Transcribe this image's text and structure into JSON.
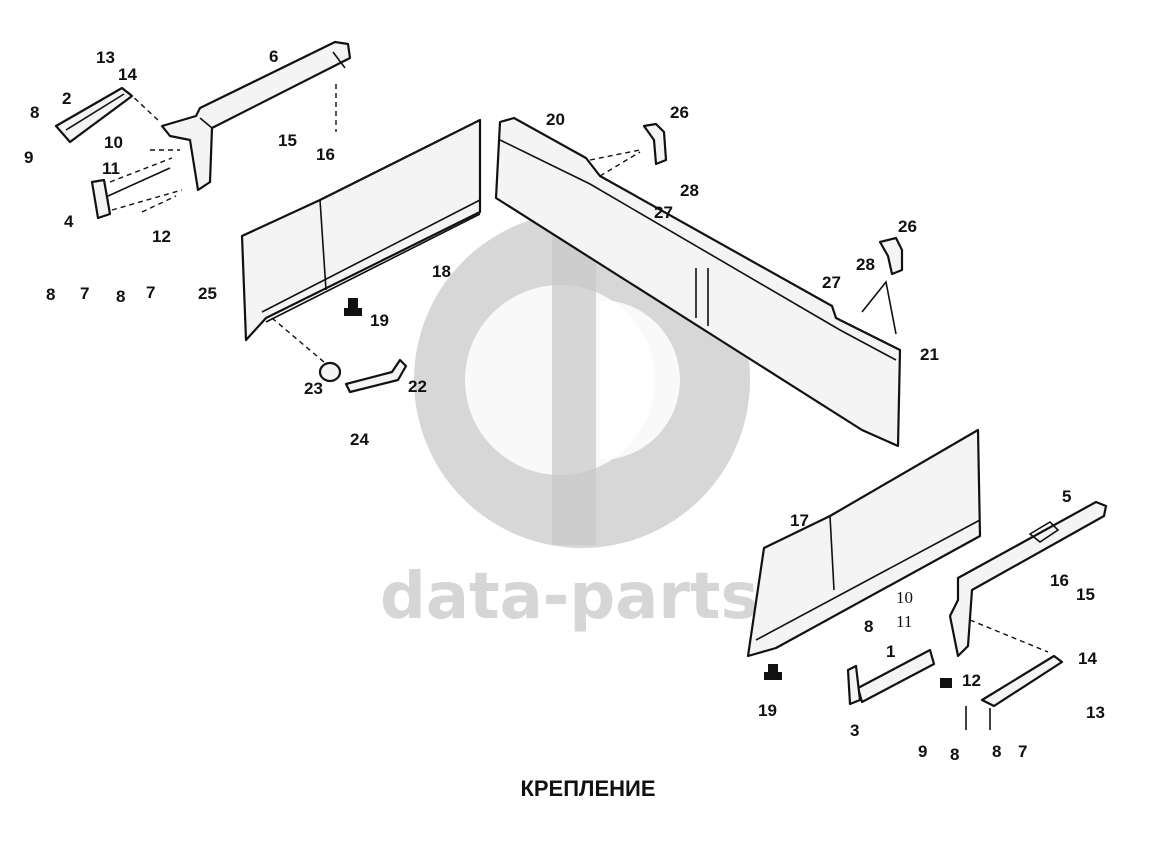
{
  "caption": "КРЕПЛЕНИЕ",
  "watermark": {
    "text": "data-parts",
    "color": "#c9c9c9"
  },
  "callouts": {
    "c1": "1",
    "c2": "2",
    "c3": "3",
    "c4": "4",
    "c5": "5",
    "c6": "6",
    "c7a": "7",
    "c7b": "7",
    "c7c": "7",
    "c8a": "8",
    "c8b": "8",
    "c8c": "8",
    "c8d": "8",
    "c8e": "8",
    "c8f": "8",
    "c9a": "9",
    "c9b": "9",
    "c10a": "10",
    "c10b": "10",
    "c11a": "11",
    "c11b": "11",
    "c12a": "12",
    "c12b": "12",
    "c13a": "13",
    "c13b": "13",
    "c14a": "14",
    "c14b": "14",
    "c15a": "15",
    "c15b": "15",
    "c16a": "16",
    "c16b": "16",
    "c17": "17",
    "c18": "18",
    "c19a": "19",
    "c19b": "19",
    "c20": "20",
    "c21": "21",
    "c22": "22",
    "c23": "23",
    "c24": "24",
    "c25": "25",
    "c26a": "26",
    "c26b": "26",
    "c27a": "27",
    "c27b": "27",
    "c28a": "28",
    "c28b": "28"
  }
}
